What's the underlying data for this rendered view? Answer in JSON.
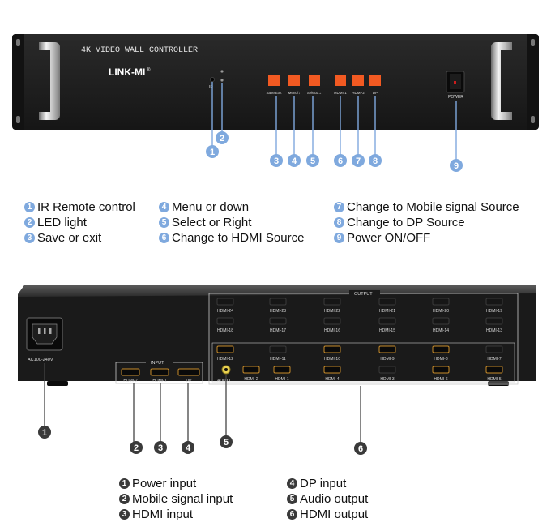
{
  "front": {
    "title": "4K VIDEO WALL CONTROLLER",
    "brand": "LINK-MI",
    "ir_label": "IR",
    "buttons": [
      {
        "num": "3",
        "label": "Save/Exit"
      },
      {
        "num": "4",
        "label": "Menu/↓"
      },
      {
        "num": "5",
        "label": "Select/→"
      },
      {
        "num": "6",
        "label": "HDMI-1"
      },
      {
        "num": "7",
        "label": "HDMI-2"
      },
      {
        "num": "8",
        "label": "DP"
      }
    ],
    "power_label": "POWER",
    "callouts": [
      "1",
      "2",
      "3",
      "4",
      "5",
      "6",
      "7",
      "8",
      "9"
    ],
    "accent_color": "#f25a22",
    "callout_color": "#7fa9de"
  },
  "front_legend": [
    [
      {
        "num": "1",
        "text": "IR Remote control"
      },
      {
        "num": "2",
        "text": "LED light"
      },
      {
        "num": "3",
        "text": "Save or exit"
      }
    ],
    [
      {
        "num": "4",
        "text": "Menu or down"
      },
      {
        "num": "5",
        "text": "Select or Right"
      },
      {
        "num": "6",
        "text": "Change to HDMI Source"
      }
    ],
    [
      {
        "num": "7",
        "text": "Change to Mobile signal Source"
      },
      {
        "num": "8",
        "text": "Change to DP Source"
      },
      {
        "num": "9",
        "text": "Power ON/OFF"
      }
    ]
  ],
  "back": {
    "power_label": "AC100-240V",
    "input_title": "INPUT",
    "inputs": [
      "HDMI-2",
      "HDMI-1",
      "DP"
    ],
    "output_title": "OUTPUT",
    "output_rows": [
      [
        "HDMI-24",
        "HDMI-23",
        "HDMI-22",
        "HDMI-21",
        "HDMI-20",
        "HDMI-19"
      ],
      [
        "HDMI-18",
        "HDMI-17",
        "HDMI-16",
        "HDMI-15",
        "HDMI-14",
        "HDMI-13"
      ],
      [
        "HDMI-12",
        "HDMI-11",
        "HDMI-10",
        "HDMI-9",
        "HDMI-8",
        "HDMI-7"
      ],
      [
        "HDMI-2",
        "HDMI-1",
        "HDMI-4",
        "HDMI-3",
        "HDMI-6",
        "HDMI-5"
      ]
    ],
    "audio_label": "AUDIO",
    "callouts": [
      "1",
      "2",
      "3",
      "4",
      "5",
      "6"
    ]
  },
  "back_legend": [
    [
      {
        "num": "1",
        "text": "Power input"
      },
      {
        "num": "2",
        "text": "Mobile signal input"
      },
      {
        "num": "3",
        "text": "HDMI input"
      }
    ],
    [
      {
        "num": "4",
        "text": "DP input"
      },
      {
        "num": "5",
        "text": "Audio output"
      },
      {
        "num": "6",
        "text": "HDMI output"
      }
    ]
  ]
}
